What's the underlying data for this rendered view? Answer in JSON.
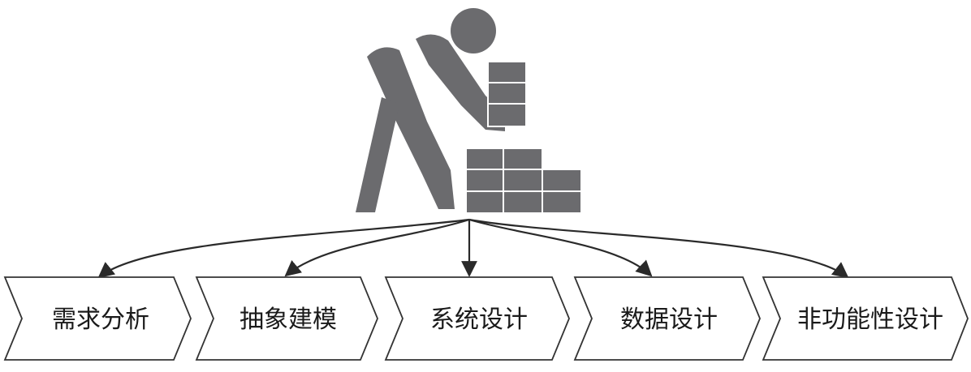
{
  "colors": {
    "figure": "#6b6b6e",
    "brick_line": "#ffffff",
    "chevron_stroke": "#333333",
    "arrow": "#2a2a2a",
    "text": "#1a1a1a"
  },
  "icons": {
    "worker": "worker-carrying-bricks-icon"
  },
  "steps": [
    {
      "label": "需求分析"
    },
    {
      "label": "抽象建模"
    },
    {
      "label": "系统设计"
    },
    {
      "label": "数据设计"
    },
    {
      "label": "非功能性设计"
    }
  ]
}
